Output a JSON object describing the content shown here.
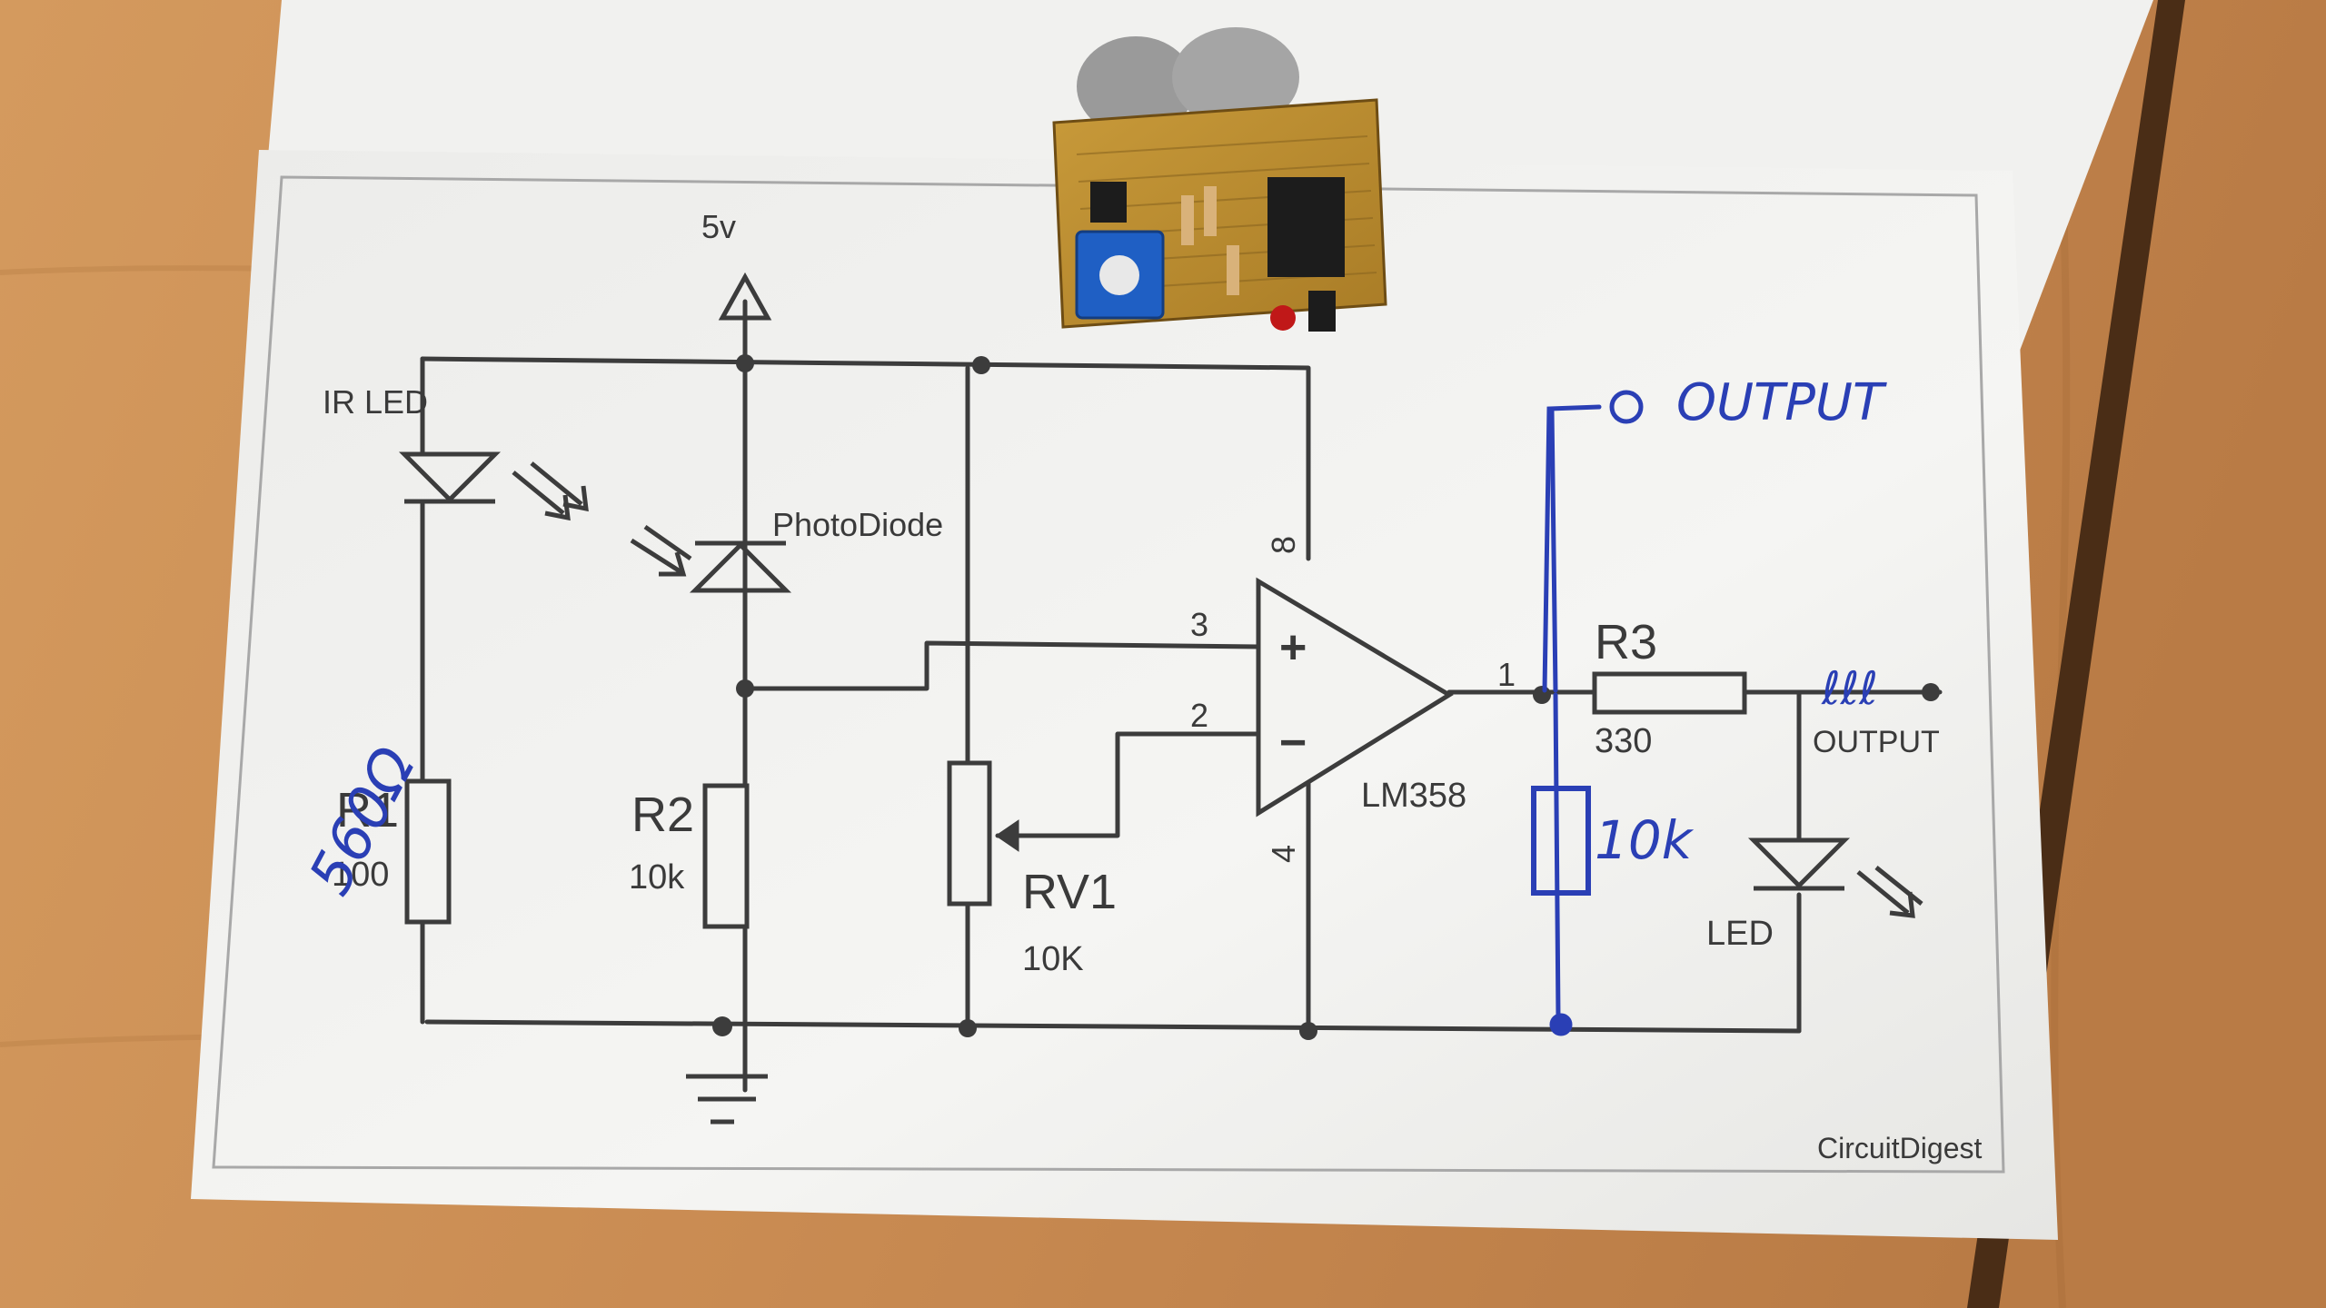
{
  "schematic": {
    "supply": "5v",
    "ir_led": "IR LED",
    "photodiode": "PhotoDiode",
    "r1": {
      "name": "R1",
      "value": "100"
    },
    "r2": {
      "name": "R2",
      "value": "10k"
    },
    "rv1": {
      "name": "RV1",
      "value": "10K"
    },
    "r3": {
      "name": "R3",
      "value": "330"
    },
    "opamp": "LM358",
    "pin3": "3",
    "pin2": "2",
    "pin8": "8",
    "pin4": "4",
    "pin1": "1",
    "plus": "+",
    "minus": "−",
    "led": "LED",
    "output": "OUTPUT",
    "brand": "CircuitDigest"
  },
  "handwritten": {
    "r1_value": "560Ω",
    "output_label": "OUTPUT",
    "pulldown_value": "10k",
    "scribble": "ℓℓℓ"
  },
  "colors": {
    "desk": "#c98f55",
    "paper": "#f4f4f2",
    "ink": "#3c3c3c",
    "pen": "#2a3fb5"
  }
}
